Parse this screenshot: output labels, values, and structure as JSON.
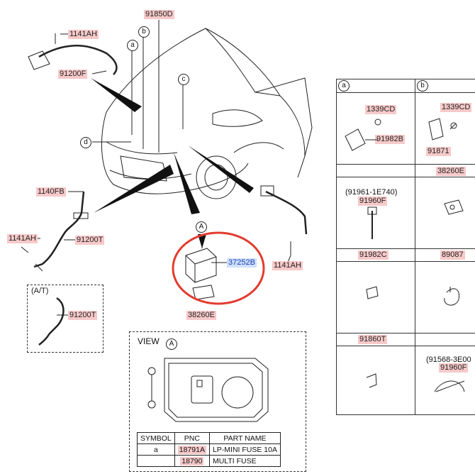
{
  "labels": {
    "l_1141ah_top": "1141AH",
    "l_91200f": "91200F",
    "l_91850d": "91850D",
    "l_1140fb": "1140FB",
    "l_1141ah_left": "1141AH",
    "l_91200t": "91200T",
    "l_at": "(A/T)",
    "l_91200t_at": "91200T",
    "l_37252b": "37252B",
    "l_1141ah_right": "1141AH",
    "l_38260e_main": "38260E",
    "l_view": "VIEW"
  },
  "callouts": {
    "a": "a",
    "b": "b",
    "c": "c",
    "d": "d",
    "A": "A"
  },
  "table": {
    "headers": [
      "SYMBOL",
      "PNC",
      "PART NAME"
    ],
    "rows": [
      {
        "symbol": "a",
        "pnc": "18791A",
        "name": "LP-MINI FUSE 10A"
      },
      {
        "symbol": "",
        "pnc": "18790",
        "name": "MULTI FUSE"
      }
    ]
  },
  "grid": {
    "col_a": "a",
    "col_b": "b",
    "c1339cd_a": "1339CD",
    "c91982b": "91982B",
    "c1339cd_b": "1339CD",
    "c91871": "91871",
    "c38260e": "38260E",
    "c91961_note": "(91961-1E740)",
    "c91960f": "91960F",
    "c91982c": "91982C",
    "c89087": "89087",
    "c91860t": "91860T",
    "c91568_note": "(91568-3E00",
    "c91960f_b": "91960F"
  }
}
